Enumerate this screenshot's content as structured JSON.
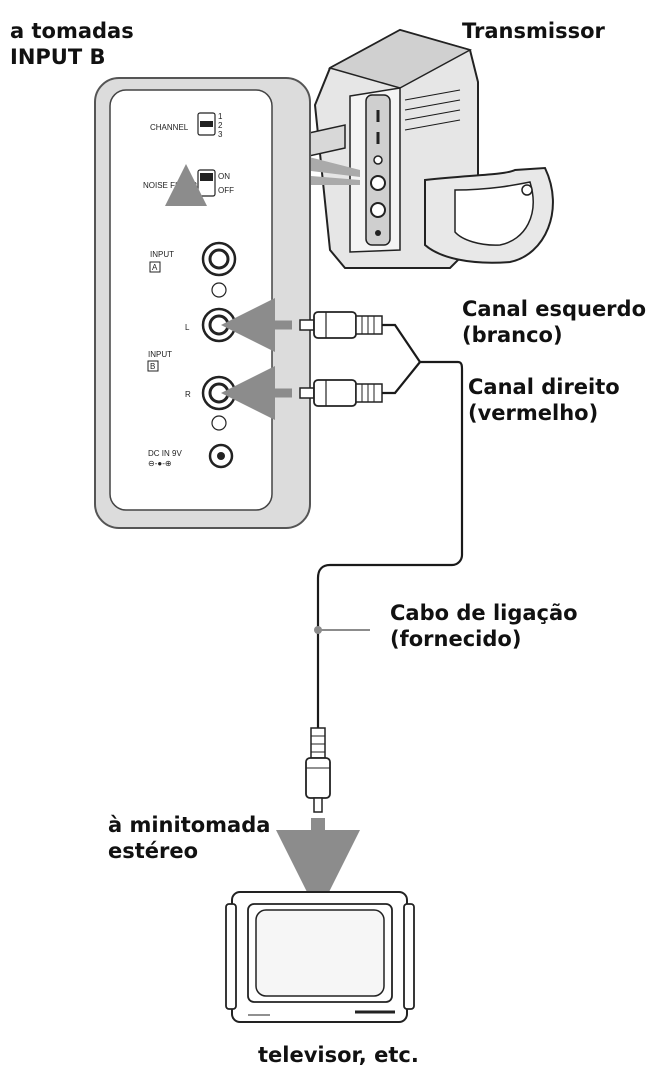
{
  "labels": {
    "input_b": [
      "a tomadas",
      "INPUT B"
    ],
    "transmitter": "Transmissor",
    "left_channel": [
      "Canal esquerdo",
      "(branco)"
    ],
    "right_channel": [
      "Canal direito",
      "(vermelho)"
    ],
    "cable": [
      "Cabo de ligação",
      "(fornecido)"
    ],
    "minijack": [
      "à minitomada",
      "estéreo"
    ],
    "tv": "televisor, etc."
  },
  "panel": {
    "channel": "CHANNEL",
    "channel_positions": [
      "1",
      "2",
      "3"
    ],
    "noise_filter": "NOISE FILTER",
    "on": "ON",
    "off": "OFF",
    "input_a": "INPUT",
    "input_a_letter": "A",
    "jack_l": "L",
    "input_b": "INPUT",
    "input_b_letter": "B",
    "jack_r": "R",
    "dc_in": "DC IN 9V"
  },
  "colors": {
    "arrow": "#8c8c8c",
    "line": "#1a1a1a"
  }
}
